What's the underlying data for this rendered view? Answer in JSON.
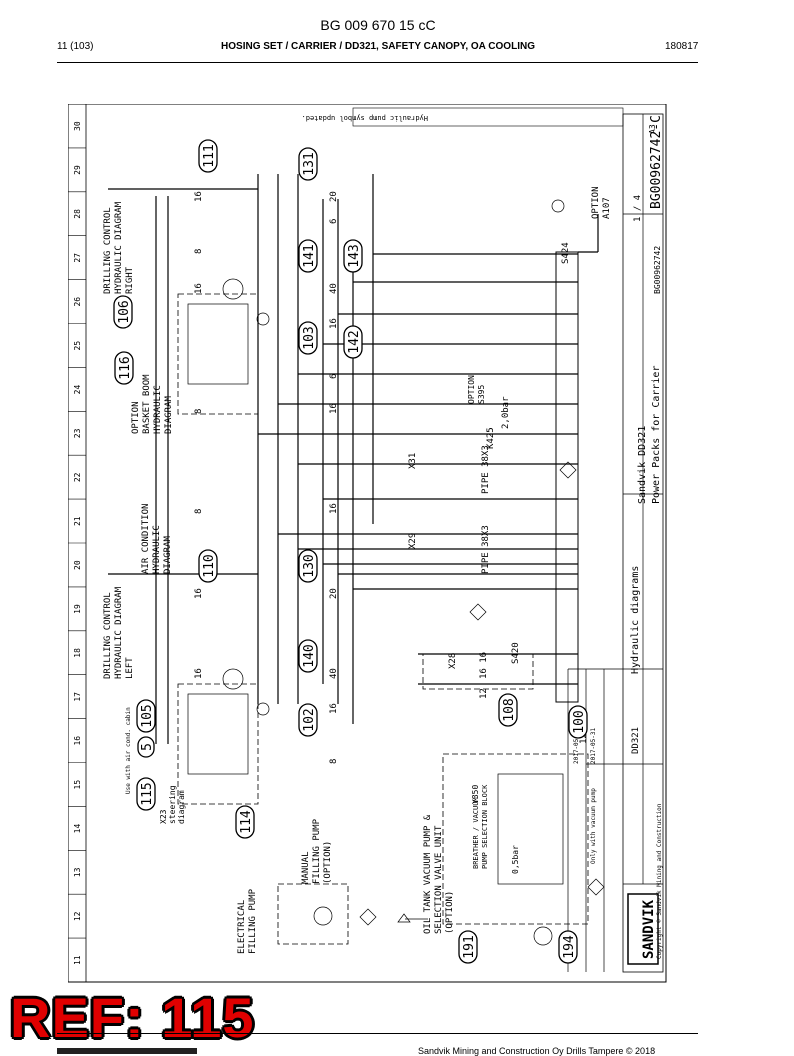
{
  "header": {
    "doc_id": "BG 009 670 15 cC",
    "page": "11 (103)",
    "title": "HOSING SET / CARRIER / DD321, SAFETY CANOPY, OA COOLING",
    "date": "180817"
  },
  "footer": {
    "text": "Sandvik Mining and Construction Oy Drills Tampere © 2018"
  },
  "ref_label": "REF: 115",
  "grid_numbers": [
    "30",
    "29",
    "28",
    "27",
    "26",
    "25",
    "24",
    "23",
    "22",
    "21",
    "20",
    "19",
    "18",
    "17",
    "16",
    "15",
    "14",
    "13",
    "12",
    "11"
  ],
  "callouts": [
    "111",
    "131",
    "106",
    "141",
    "143",
    "116",
    "103",
    "142",
    "110",
    "130",
    "105",
    "140",
    "102",
    "5",
    "108",
    "100",
    "115",
    "114",
    "191",
    "194"
  ],
  "hose_sizes": [
    "16",
    "20",
    "6",
    "8",
    "16",
    "40",
    "16",
    "6",
    "8",
    "16",
    "8",
    "16",
    "16",
    "20",
    "16",
    "40",
    "16",
    "8",
    "12",
    "16 16",
    "12"
  ],
  "labels": {
    "drill_right": [
      "DRILLING CONTROL",
      "HYDRAULIC DIAGRAM",
      "RIGHT"
    ],
    "drill_left": [
      "DRILLING CONTROL",
      "HYDRAULIC DIAGRAM",
      "LEFT"
    ],
    "basket_boom": [
      "OPTION",
      "BASKET BOOM",
      "HYDRAULIC",
      "DIAGRAM"
    ],
    "air_condition": [
      "AIR CONDITION",
      "HYDRAULIC",
      "DIAGRAM"
    ],
    "air_condition_note": "Use with air cond. cabin",
    "steering": [
      "X23",
      "steering",
      "diagram"
    ],
    "manual_pump": [
      "MANUAL",
      "FILLING PUMP",
      "(OPTION)"
    ],
    "electrical_pump": [
      "ELECTRICAL",
      "FILLING PUMP"
    ],
    "oil_tank_unit": [
      "OIL TANK VACUUM PUMP &",
      "SELECTION VALVE UNIT",
      "(OPTION)"
    ],
    "breather_block": [
      "BREATHER / VACUUM",
      "PUMP SELECTION BLOCK"
    ],
    "vacuum_note": "Only with vacuum pump",
    "option_a107": [
      "OPTION",
      "A107"
    ],
    "option_s395": [
      "OPTION",
      "S395"
    ],
    "pipe_1": "PIPE 38X3",
    "pipe_2": "PIPE 38X3",
    "s424": "S424",
    "s420": "S420",
    "x31": "X31",
    "x29": "X29",
    "x28": "X28",
    "k425": "K425",
    "bar2": "2,0bar",
    "bar05": "0,5bar",
    "y350": "Y350"
  },
  "title_block": {
    "company": "Sandvik DD321",
    "description": "Power Packs for Carrier",
    "diagram_type": "Hydraulic diagrams",
    "product": "DD321",
    "sheet": "1 / 4",
    "size": "A3",
    "doc_number": "BG00962742-C",
    "update": "BG00962742",
    "logo": "SANDVIK",
    "copyright": "Copyright © Sandvik Mining and Construction",
    "drawn": "2017-05-31",
    "checked": "2017-05-31",
    "revision_text": "Hydraulic pump symbol updated."
  }
}
